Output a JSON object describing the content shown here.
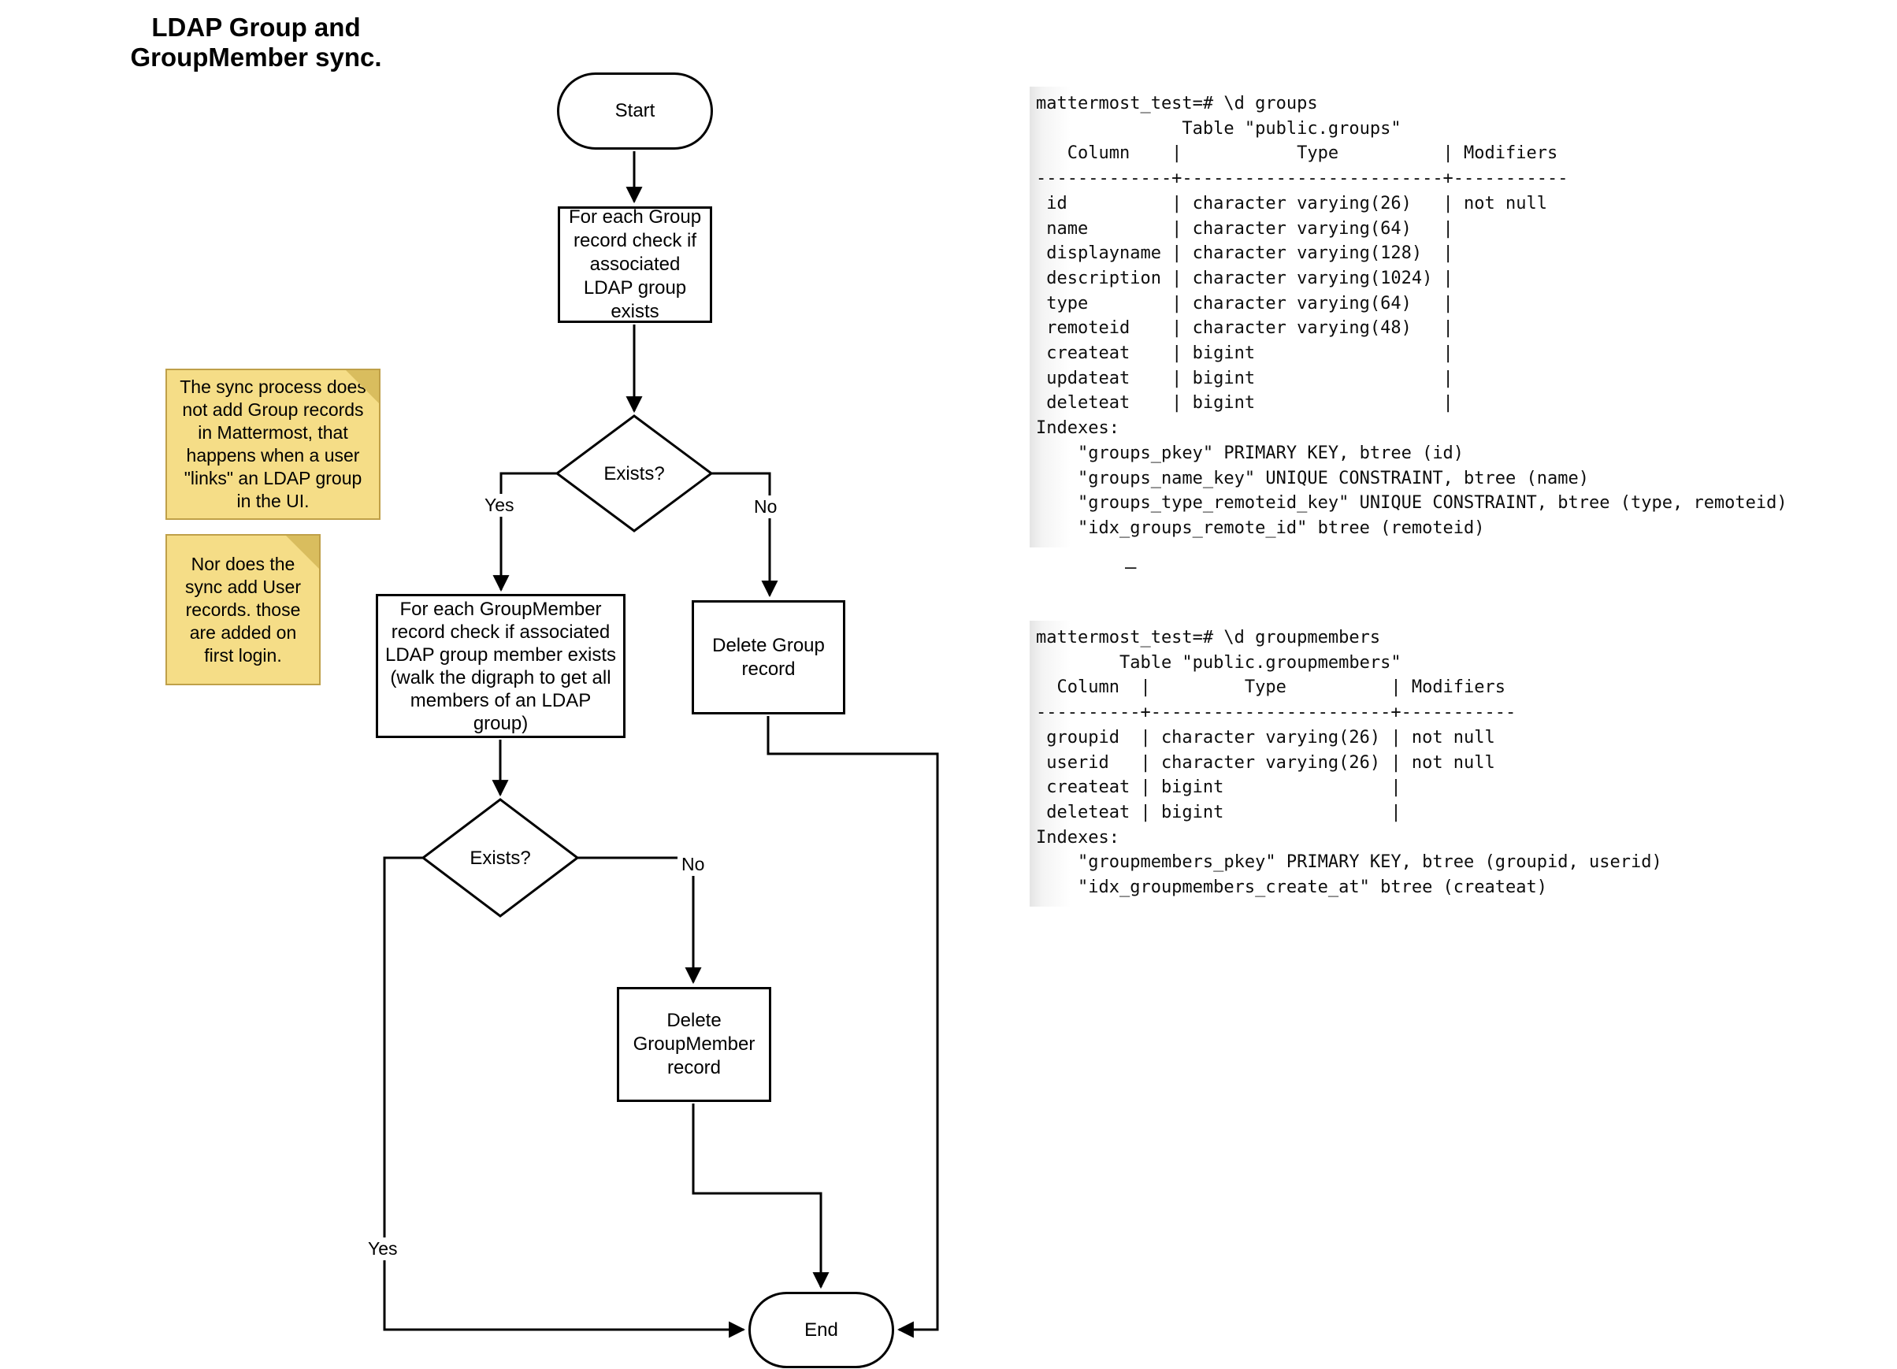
{
  "title": {
    "text": "LDAP Group and\nGroupMember sync."
  },
  "flowchart": {
    "start": "Start",
    "check_group": "For each Group record check if associated LDAP group exists",
    "exists1": "Exists?",
    "yes1": "Yes",
    "no1": "No",
    "check_member": "For each GroupMember record check if associated LDAP group member exists (walk the digraph to get all members of an LDAP group)",
    "delete_group": "Delete Group record",
    "exists2": "Exists?",
    "yes2": "Yes",
    "no2": "No",
    "delete_member": "Delete GroupMember record",
    "end": "End"
  },
  "notes": {
    "sync_groups": "The sync process does not add Group records in Mattermost, that happens when a user \"links\" an LDAP group in the UI.",
    "sync_users": "Nor does the sync add User records. those are added on first login."
  },
  "terminals": {
    "groups": {
      "text": "mattermost_test=# \\d groups\n              Table \"public.groups\"\n   Column    |           Type          | Modifiers\n-------------+-------------------------+-----------\n id          | character varying(26)   | not null\n name        | character varying(64)   | \n displayname | character varying(128)  | \n description | character varying(1024) | \n type        | character varying(64)   | \n remoteid    | character varying(48)   | \n createat    | bigint                  | \n updateat    | bigint                  | \n deleteat    | bigint                  | \nIndexes:\n    \"groups_pkey\" PRIMARY KEY, btree (id)\n    \"groups_name_key\" UNIQUE CONSTRAINT, btree (name)\n    \"groups_type_remoteid_key\" UNIQUE CONSTRAINT, btree (type, remoteid)\n    \"idx_groups_remote_id\" btree (remoteid)"
    },
    "groupmembers": {
      "text": "mattermost_test=# \\d groupmembers\n        Table \"public.groupmembers\"\n  Column  |         Type          | Modifiers\n----------+-----------------------+-----------\n groupid  | character varying(26) | not null\n userid   | character varying(26) | not null\n createat | bigint                | \n deleteat | bigint                | \nIndexes:\n    \"groupmembers_pkey\" PRIMARY KEY, btree (groupid, userid)\n    \"idx_groupmembers_create_at\" btree (createat)"
    },
    "dash": "–"
  },
  "colors": {
    "line": "#000000",
    "note_fill": "#F5DD87",
    "note_border": "#BFA049",
    "note_fold": "#D9BD5E",
    "terminal_edge": "#E4E4E4"
  }
}
